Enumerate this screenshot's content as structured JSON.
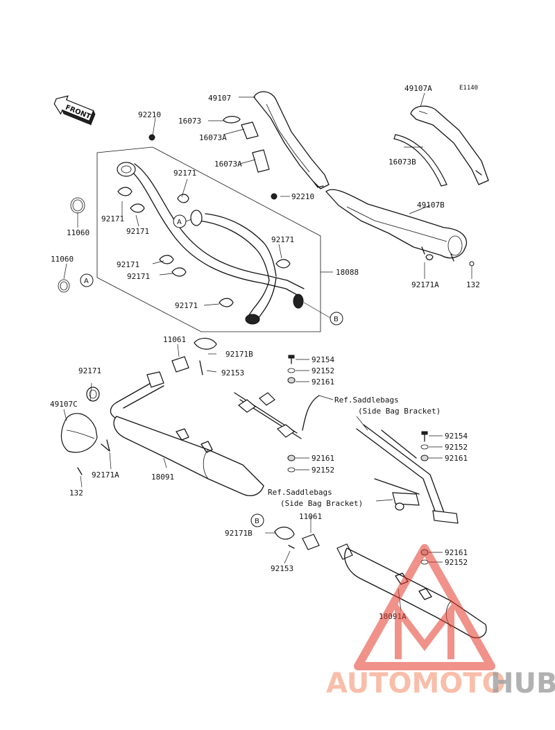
{
  "diagram_code": "E1140",
  "front_label": "FRONT",
  "callouts": {
    "a": "A",
    "b": "B"
  },
  "watermark": {
    "left": "AUTOMOTO",
    "right": "HUB",
    "accent_color": "#e43a2c",
    "grey_color": "#8a8a8a"
  },
  "labels": {
    "p49107": "49107",
    "p49107a": "49107A",
    "p16073": "16073",
    "p16073a_1": "16073A",
    "p16073a_2": "16073A",
    "p16073b": "16073B",
    "p92210_1": "92210",
    "p92210_2": "92210",
    "p92171_1": "92171",
    "p92171_2": "92171",
    "p92171_3": "92171",
    "p92171_4": "92171",
    "p92171_5": "92171",
    "p92171_6": "92171",
    "p92171_7": "92171",
    "p92171_8": "92171",
    "p11060_1": "11060",
    "p11060_2": "11060",
    "p49107b": "49107B",
    "p92171a_1": "92171A",
    "p132_1": "132",
    "p18088": "18088",
    "p11061_1": "11061",
    "p92171b_1": "92171B",
    "p92153_1": "92153",
    "p92154_1": "92154",
    "p92152_1": "92152",
    "p92161_1": "92161",
    "ref_saddlebags_1": "Ref.Saddlebags",
    "side_bracket_1": "(Side Bag Bracket)",
    "p49107c": "49107C",
    "p92171a_2": "92171A",
    "p132_2": "132",
    "p18091": "18091",
    "p92161_2": "92161",
    "p92152_2": "92152",
    "ref_saddlebags_2": "Ref.Saddlebags",
    "side_bracket_2": "(Side Bag Bracket)",
    "p92154_2": "92154",
    "p92152_3": "92152",
    "p92161_3": "92161",
    "p11061_2": "11061",
    "p92171b_2": "92171B",
    "p92153_2": "92153",
    "p92161_4": "92161",
    "p92152_4": "92152",
    "p18091a": "18091A"
  }
}
